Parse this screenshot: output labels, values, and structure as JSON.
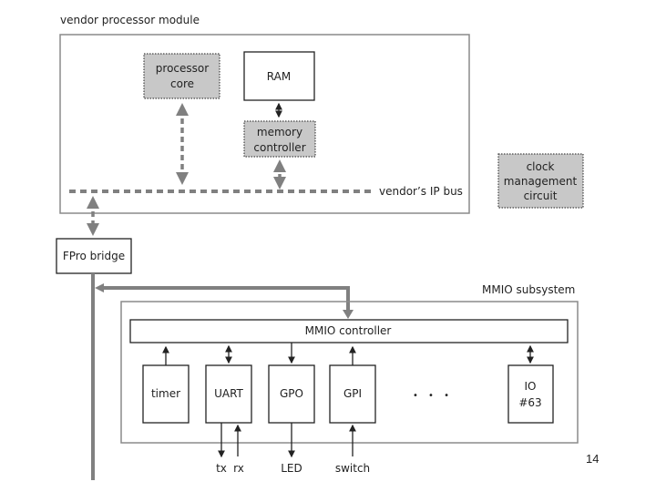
{
  "vendor_module": {
    "title": "vendor processor module",
    "processor_core": [
      "processor",
      "core"
    ],
    "ram": "RAM",
    "memory_controller": [
      "memory",
      "controller"
    ],
    "bus_label": "vendor’s  IP bus"
  },
  "clock_circuit": [
    "clock",
    "management",
    "circuit"
  ],
  "fpro_bridge": "FPro bridge",
  "mmio_subsystem": {
    "title": "MMIO subsystem",
    "controller": "MMIO controller",
    "cores": [
      {
        "label": "timer",
        "direction": "up"
      },
      {
        "label": "UART",
        "direction": "bidirectional"
      },
      {
        "label": "GPO",
        "direction": "down"
      },
      {
        "label": "GPI",
        "direction": "up"
      }
    ],
    "ellipsis": "• • •",
    "io_last": [
      "IO",
      "#63"
    ],
    "external_signals": {
      "uart_tx": "tx",
      "uart_rx": "rx",
      "gpo_out": "LED",
      "gpi_in": "switch"
    }
  },
  "colors": {
    "shaded_block": "#c8c8c8",
    "bus_gray": "#808080",
    "frame_gray": "#8a8a8a",
    "line_black": "#222222"
  },
  "page_number": "14"
}
